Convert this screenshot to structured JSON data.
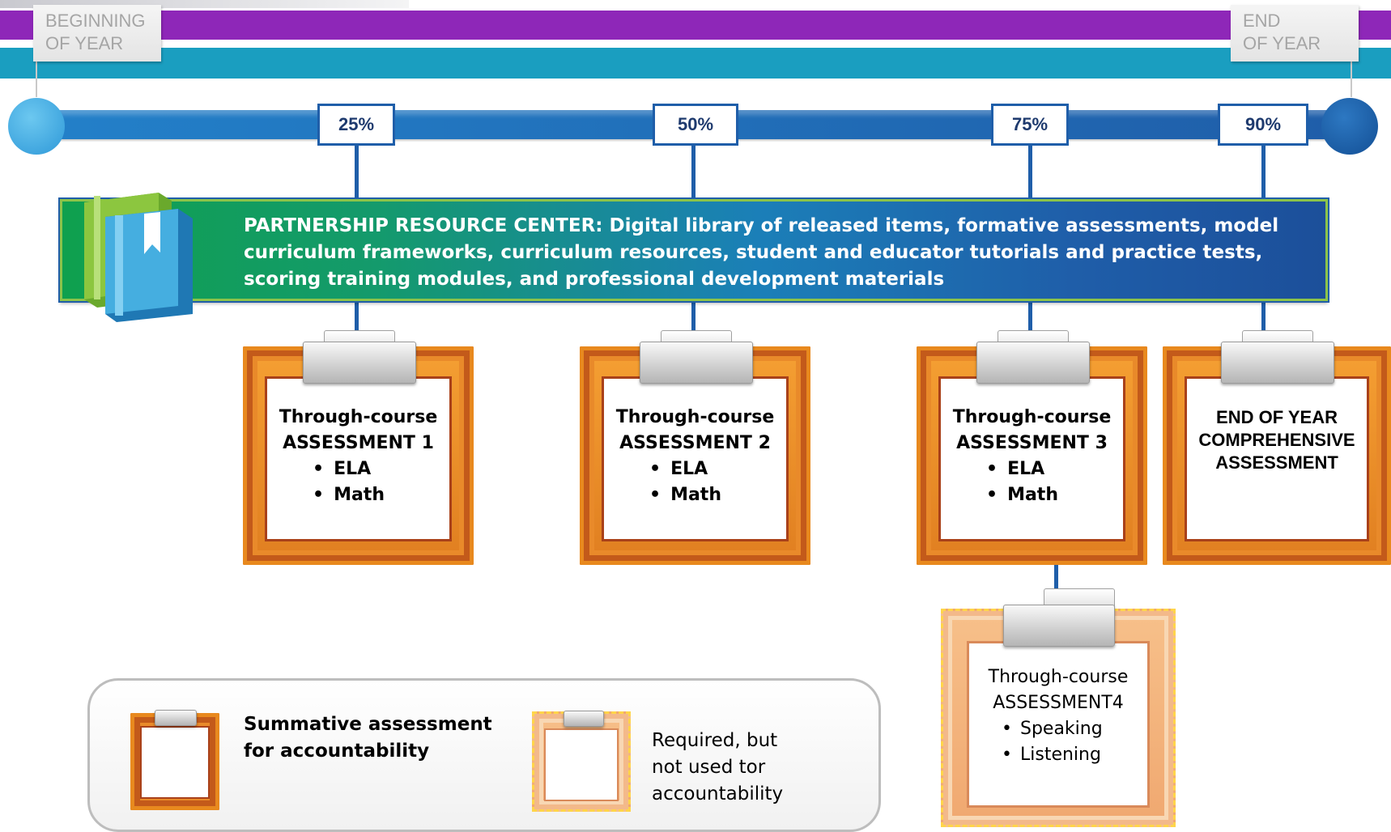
{
  "header": {
    "beginning_label_line1": "BEGINNING",
    "beginning_label_line2": "OF YEAR",
    "end_label_line1": "END",
    "end_label_line2": "OF YEAR"
  },
  "timeline": {
    "markers": [
      "25%",
      "50%",
      "75%",
      "90%"
    ]
  },
  "resource_center": {
    "text": "PARTNERSHIP RESOURCE CENTER: Digital library of released items, formative assessments, model curriculum frameworks, curriculum resources, student and educator tutorials and practice tests, scoring training modules, and professional development materials"
  },
  "assessments": [
    {
      "line1": "Through-course",
      "line2": "ASSESSMENT 1",
      "items": [
        "ELA",
        "Math"
      ]
    },
    {
      "line1": "Through-course",
      "line2": "ASSESSMENT 2",
      "items": [
        "ELA",
        "Math"
      ]
    },
    {
      "line1": "Through-course",
      "line2": "ASSESSMENT 3",
      "items": [
        "ELA",
        "Math"
      ]
    },
    {
      "line1": "END OF YEAR",
      "line2": "COMPREHENSIVE",
      "line3": "ASSESSMENT"
    }
  ],
  "optional_assessment": {
    "line1": "Through-course",
    "line2": "ASSESSMENT4",
    "items": [
      "Speaking",
      "Listening"
    ]
  },
  "legend": {
    "summative_line1": "Summative assessment",
    "summative_line2": "for accountability",
    "required_line1": "Required, but",
    "required_line2": "not used tor",
    "required_line3": "accountability"
  },
  "colors": {
    "purple_band": "#8e27b8",
    "teal_band": "#1a9ec0",
    "timeline_blue": "#1f5ea9",
    "clipboard_orange": "#e98a2a",
    "resource_green": "#0fa04e"
  }
}
